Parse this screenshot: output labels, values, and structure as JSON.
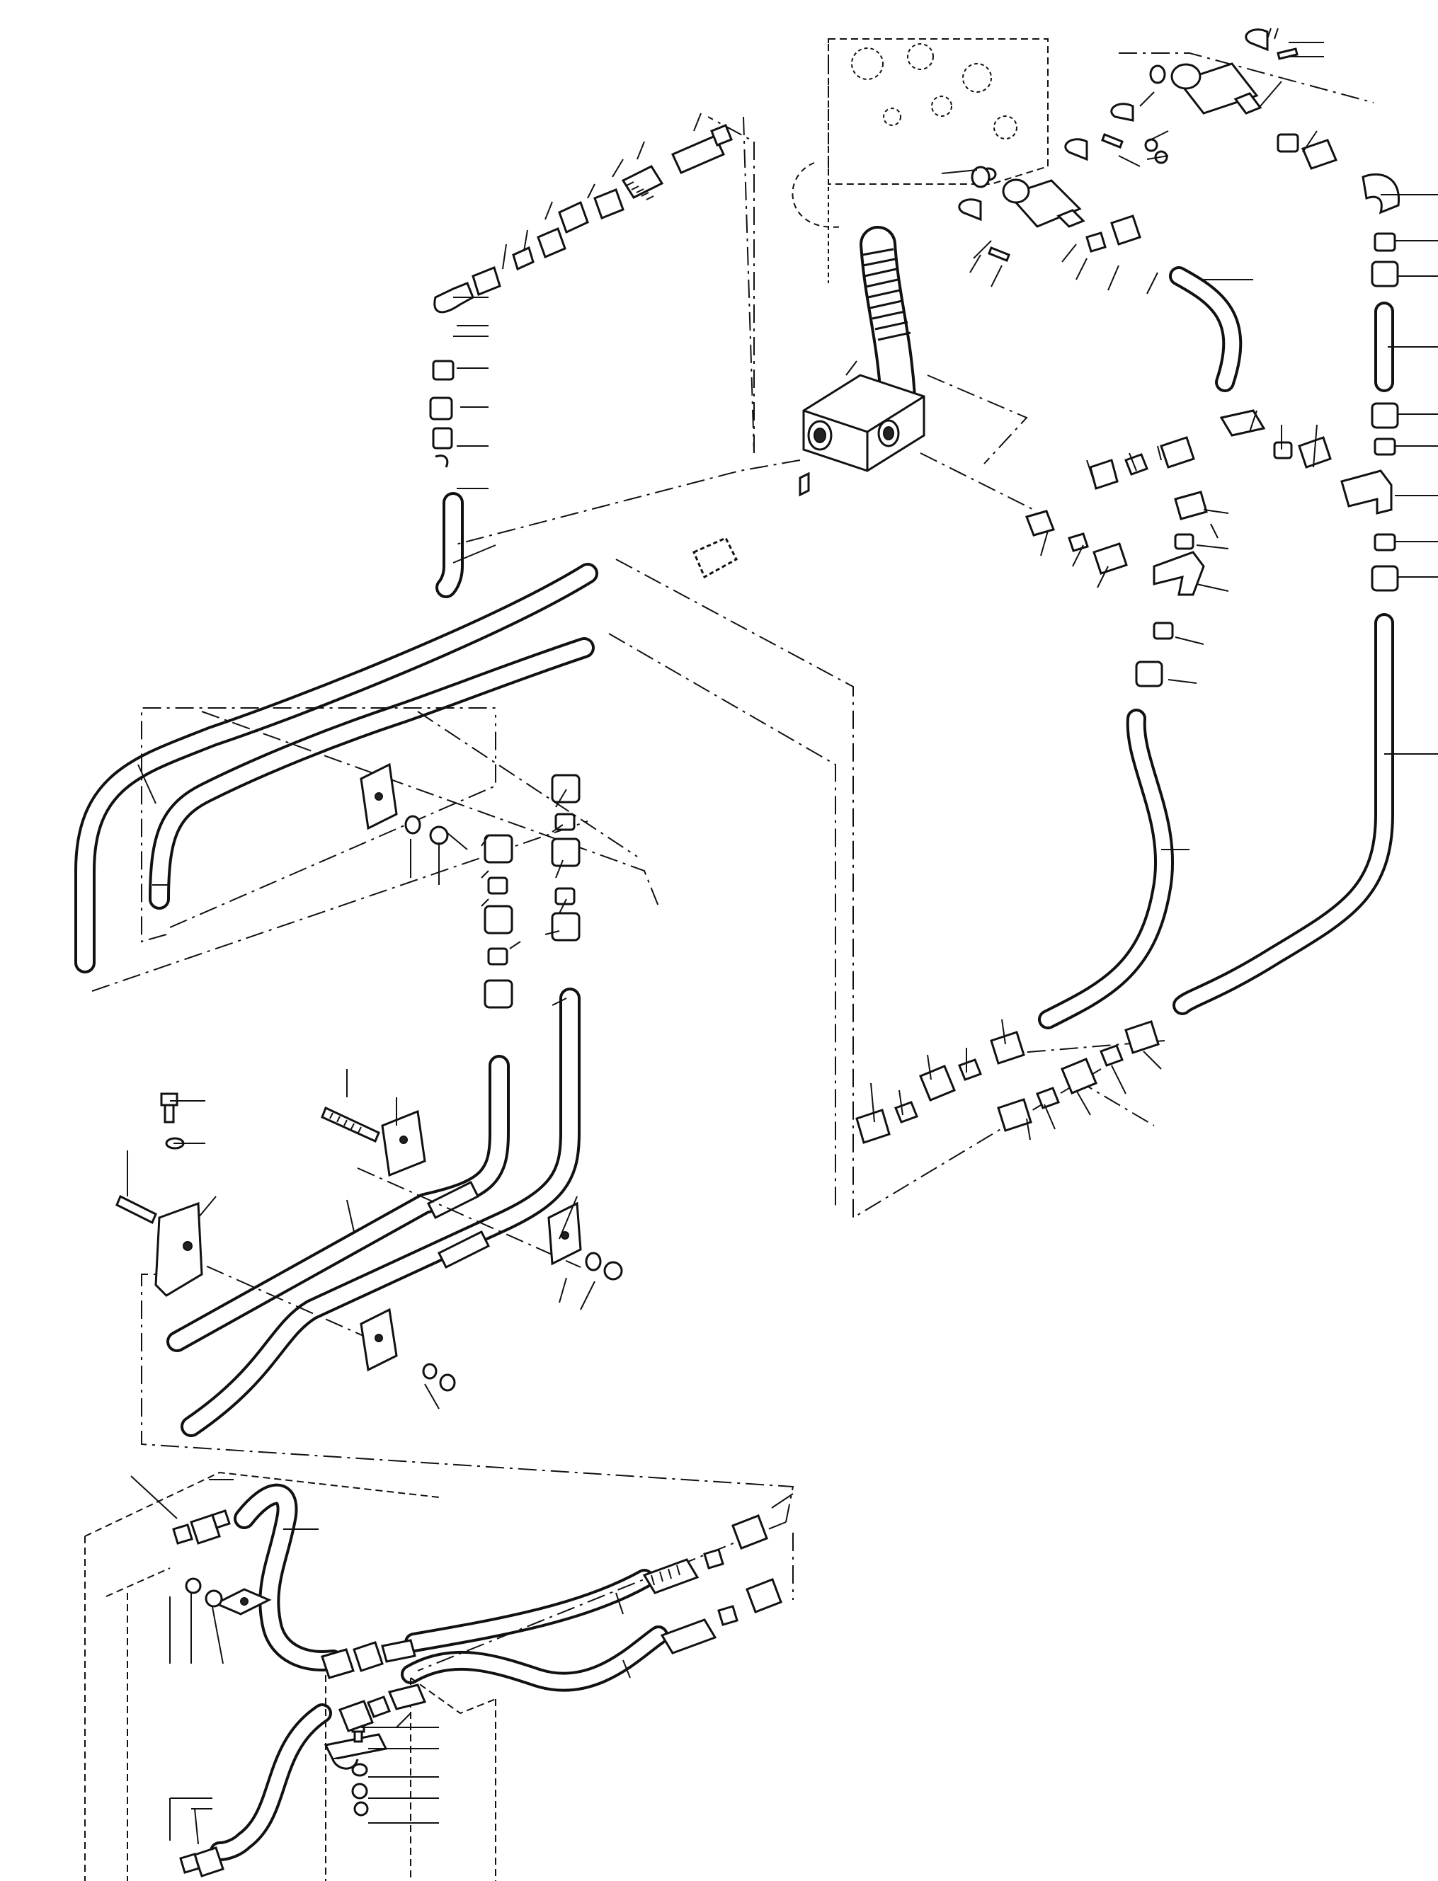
{
  "diagram": {
    "style": "exploded-view line drawing",
    "ink_color": "#111111",
    "paper_color": "#ffffff",
    "components": {
      "valve_block": "valve-block",
      "hoses": [
        "upper-left-hose",
        "upper-left-hose-2",
        "right-hose-long",
        "right-hose-center",
        "lower-hose-1",
        "lower-hose-2",
        "flex-hose-1",
        "flex-hose-2"
      ],
      "fittings": [
        "union-nut",
        "sleeve",
        "elbow",
        "tee",
        "connector",
        "quick-coupler",
        "clamp",
        "bolt",
        "washer",
        "nut"
      ]
    }
  }
}
